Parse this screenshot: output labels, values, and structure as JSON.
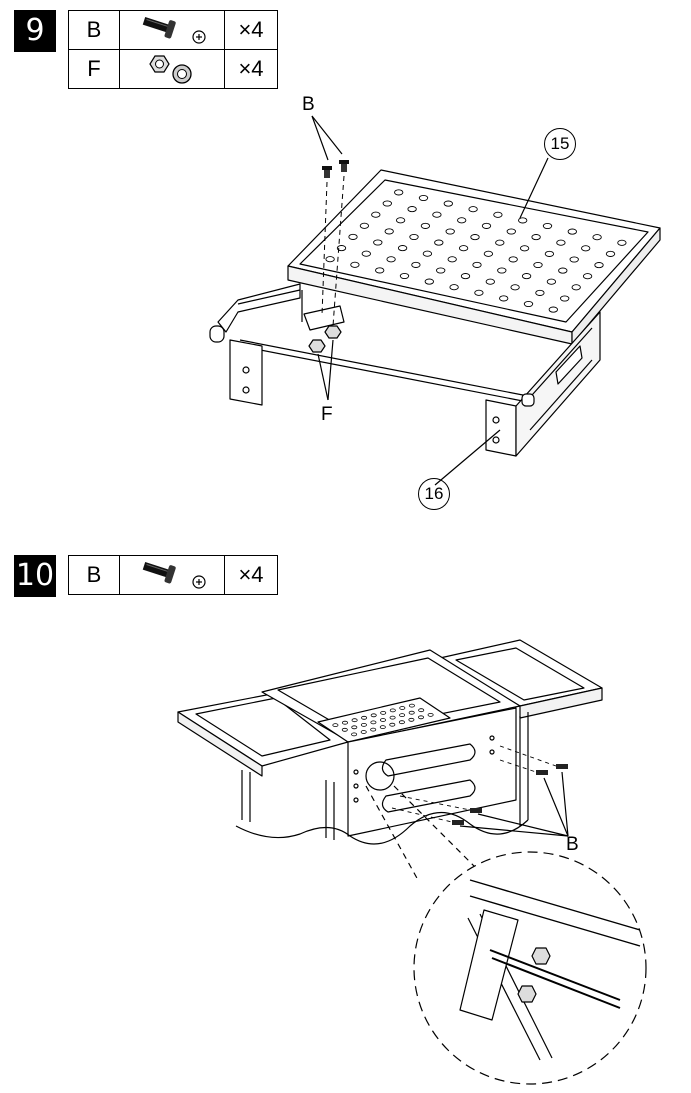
{
  "steps": [
    {
      "number": "9",
      "parts": [
        {
          "code": "B",
          "icon": "bolt-with-phillips-head-icon",
          "qty": "×4"
        },
        {
          "code": "F",
          "icon": "nut-and-washer-icon",
          "qty": "×4"
        }
      ],
      "callouts": {
        "bolt": "B",
        "nut": "F"
      },
      "part_numbers": {
        "grate": "15",
        "bracket": "16"
      }
    },
    {
      "number": "10",
      "parts": [
        {
          "code": "B",
          "icon": "bolt-with-phillips-head-icon",
          "qty": "×4"
        }
      ],
      "callouts": {
        "bolt": "B"
      }
    }
  ]
}
